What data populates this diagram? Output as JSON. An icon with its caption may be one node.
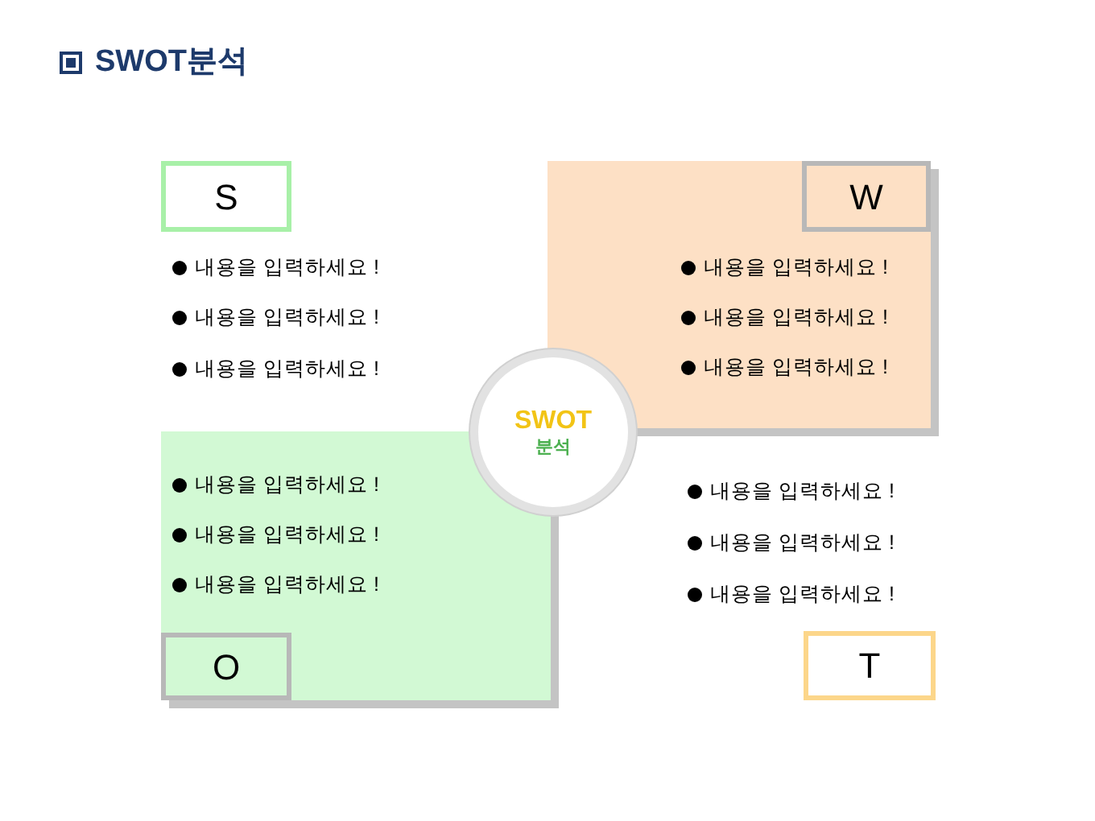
{
  "diagram": {
    "title": "SWOT분석",
    "nodes": [
      {
        "text": [
          "S"
        ]
      },
      {
        "text": [
          "내용을 입력하세요 !",
          "내용을 입력하세요 !",
          "내용을 입력하세요 !"
        ]
      },
      {
        "text": [
          "W"
        ],
        "in": 1
      },
      {
        "text": [
          "SWOT",
          "분석"
        ]
      },
      {
        "text": [
          "내용을 입력하세요 !",
          "내용을 입력하세요 !",
          "내용을 입력하세요 !"
        ]
      },
      {
        "text": [
          "O"
        ],
        "in": 4
      },
      {
        "text": [
          "T"
        ]
      }
    ],
    "labels": [
      "내용을 입력하세요 !",
      "내용을 입력하세요 !",
      "내용을 입력하세요 !",
      "내용을 입력하세요 !",
      "내용을 입력하세요 !",
      "내용을 입력하세요 !"
    ]
  }
}
